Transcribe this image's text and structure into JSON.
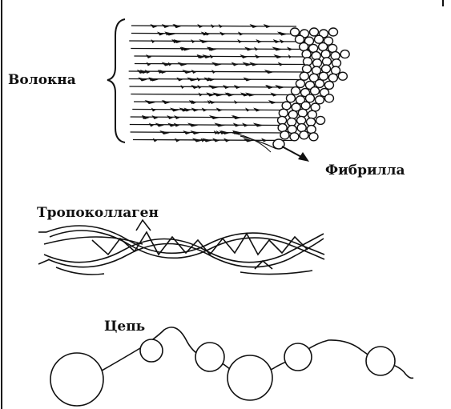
{
  "labels": {
    "fibers": "Волокна",
    "fibril": "Фибрилла",
    "tropocollagen": "Тропоколлаген",
    "chain": "Цепь"
  },
  "colors": {
    "ink": "#111111",
    "background": "#ffffff"
  }
}
